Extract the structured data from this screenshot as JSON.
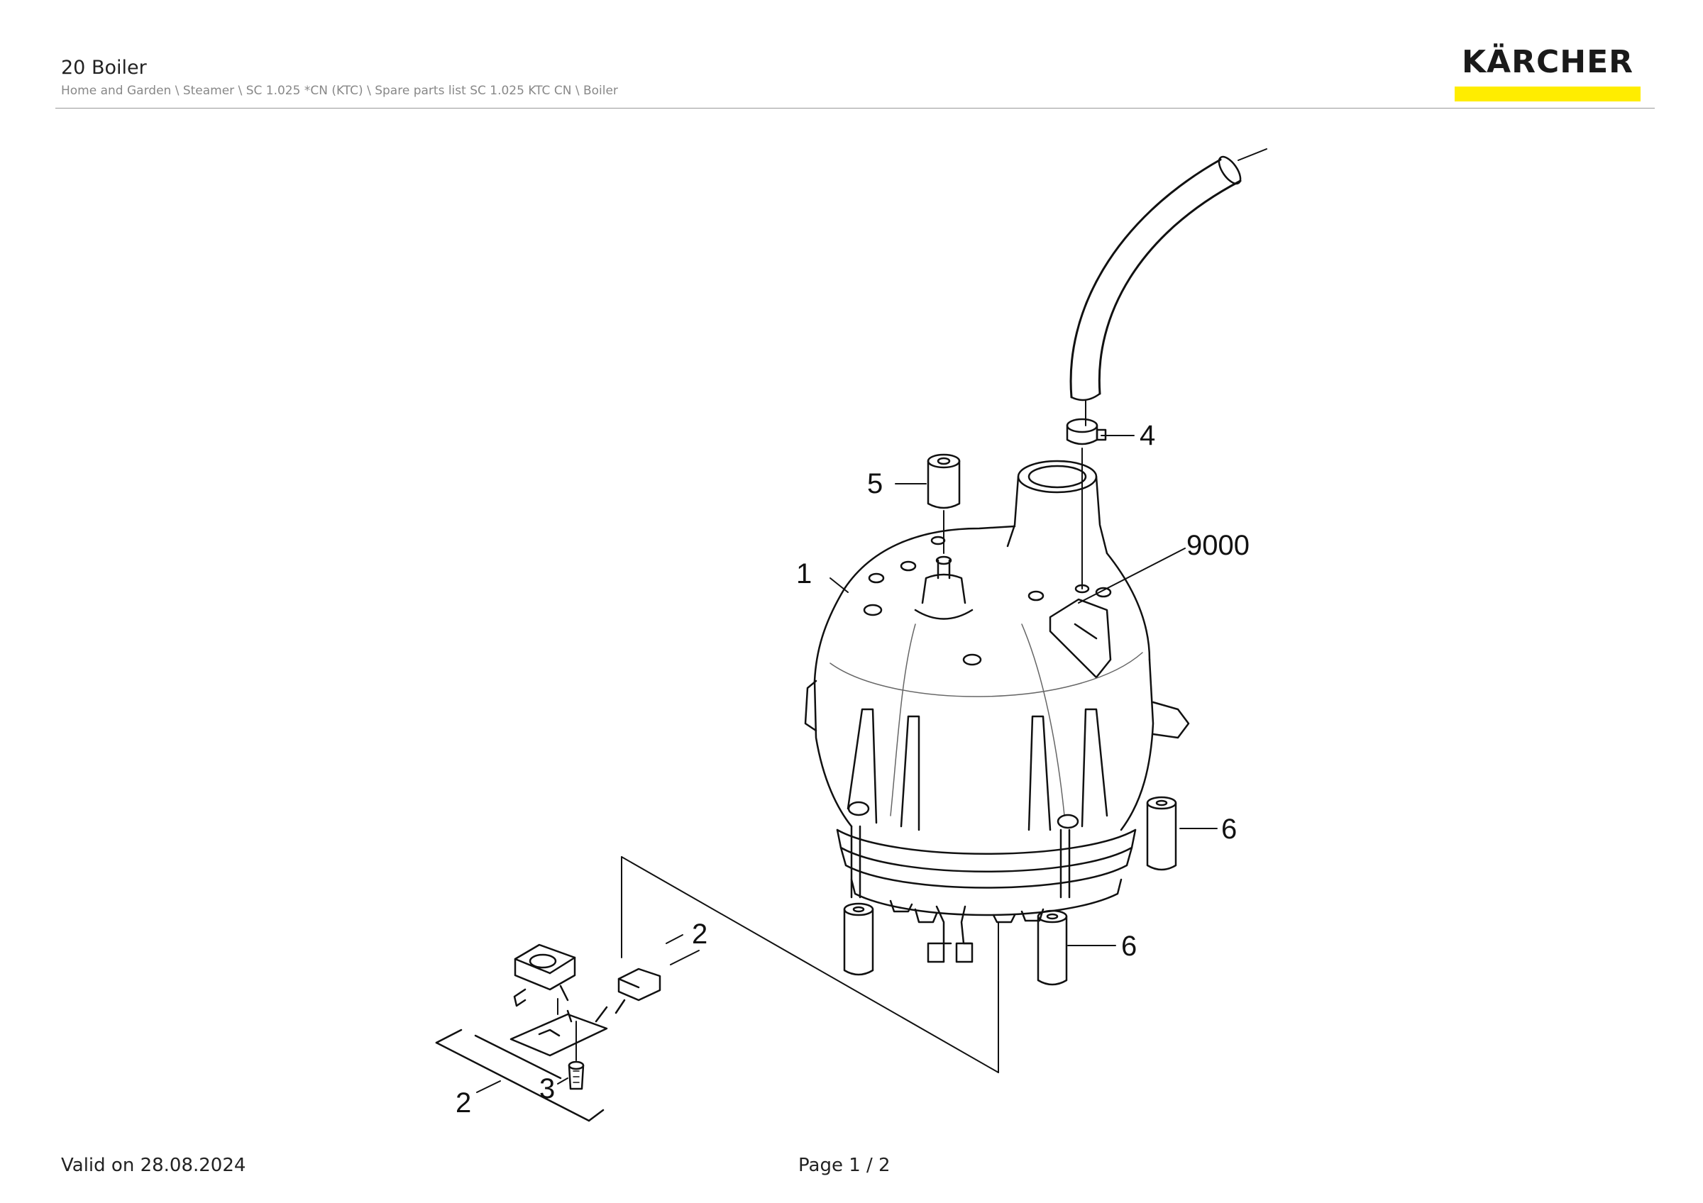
{
  "header": {
    "title": "20 Boiler",
    "breadcrumb": "Home and Garden \\ Steamer \\ SC 1.025 *CN (KTC) \\ Spare parts list SC 1.025 KTC CN \\ Boiler"
  },
  "logo": {
    "text": "KÄRCHER",
    "bar_color": "#ffed00"
  },
  "diagram": {
    "callouts": [
      {
        "id": "c1",
        "label": "1"
      },
      {
        "id": "c2a",
        "label": "2"
      },
      {
        "id": "c2b",
        "label": "2"
      },
      {
        "id": "c3",
        "label": "3"
      },
      {
        "id": "c4",
        "label": "4"
      },
      {
        "id": "c5",
        "label": "5"
      },
      {
        "id": "c6a",
        "label": "6"
      },
      {
        "id": "c6b",
        "label": "6"
      },
      {
        "id": "c9000",
        "label": "9000"
      }
    ]
  },
  "footer": {
    "valid": "Valid on 28.08.2024",
    "page": "Page 1 / 2"
  }
}
